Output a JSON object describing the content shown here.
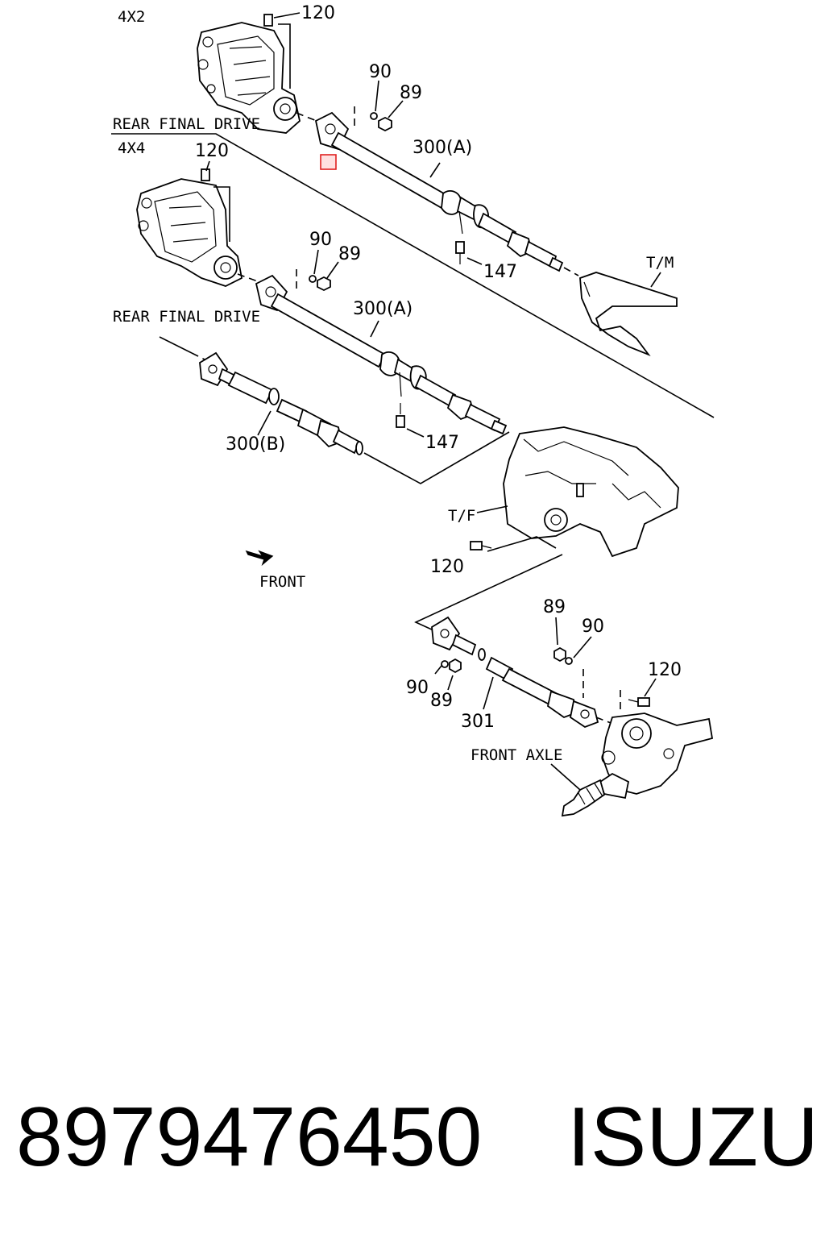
{
  "diagram": {
    "labels": {
      "variant_4x2": "4X2",
      "variant_4x4": "4X4",
      "rear_final_drive_top": "REAR FINAL DRIVE",
      "rear_final_drive_mid": "REAR FINAL DRIVE",
      "tm": "T/M",
      "tf": "T/F",
      "front": "FRONT",
      "front_axle": "FRONT AXLE"
    },
    "callouts": {
      "top_120": "120",
      "top_90": "90",
      "top_89": "89",
      "top_300a": "300(A)",
      "top_147": "147",
      "mid_120": "120",
      "mid_90": "90",
      "mid_89": "89",
      "mid_300a": "300(A)",
      "mid_147": "147",
      "mid_300b": "300(B)",
      "tf_120": "120",
      "bot_89_upper": "89",
      "bot_90_upper": "90",
      "bot_120": "120",
      "bot_90_lower": "90",
      "bot_89_lower": "89",
      "bot_301": "301"
    },
    "highlight_color": "#e02020"
  },
  "footer": {
    "part_number": "8979476450",
    "brand": "ISUZU"
  }
}
